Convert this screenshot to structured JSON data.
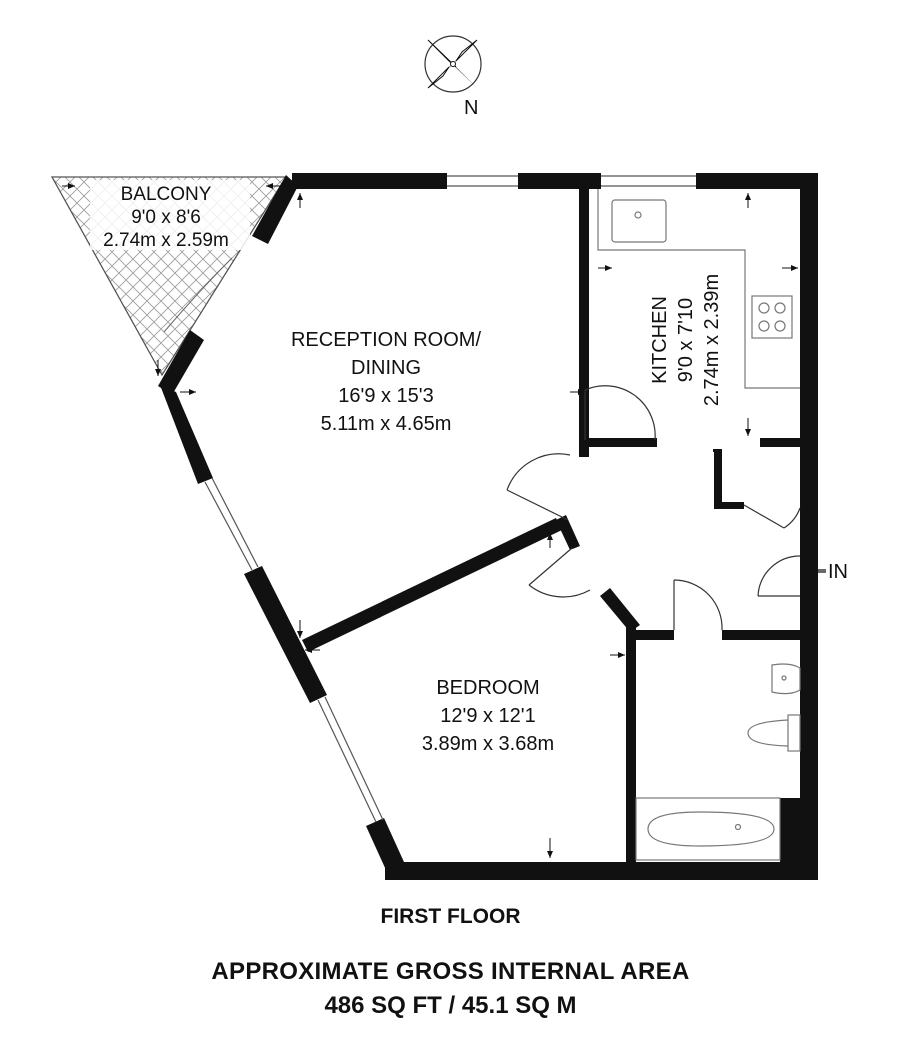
{
  "compass": {
    "north_label": "N"
  },
  "rooms": {
    "balcony": {
      "name": "BALCONY",
      "dim_imperial": "9'0 x 8'6",
      "dim_metric": "2.74m x 2.59m"
    },
    "reception": {
      "name_line1": "RECEPTION ROOM/",
      "name_line2": "DINING",
      "dim_imperial": "16'9 x 15'3",
      "dim_metric": "5.11m x 4.65m"
    },
    "kitchen": {
      "name": "KITCHEN",
      "dim_imperial": "9'0 x 7'10",
      "dim_metric": "2.74m x 2.39m"
    },
    "bedroom": {
      "name": "BEDROOM",
      "dim_imperial": "12'9 x 12'1",
      "dim_metric": "3.89m x 3.68m"
    }
  },
  "entrance": {
    "label": "IN"
  },
  "floor_label": "FIRST FLOOR",
  "area": {
    "title": "APPROXIMATE GROSS INTERNAL AREA",
    "value": "486 SQ FT / 45.1 SQ M"
  }
}
